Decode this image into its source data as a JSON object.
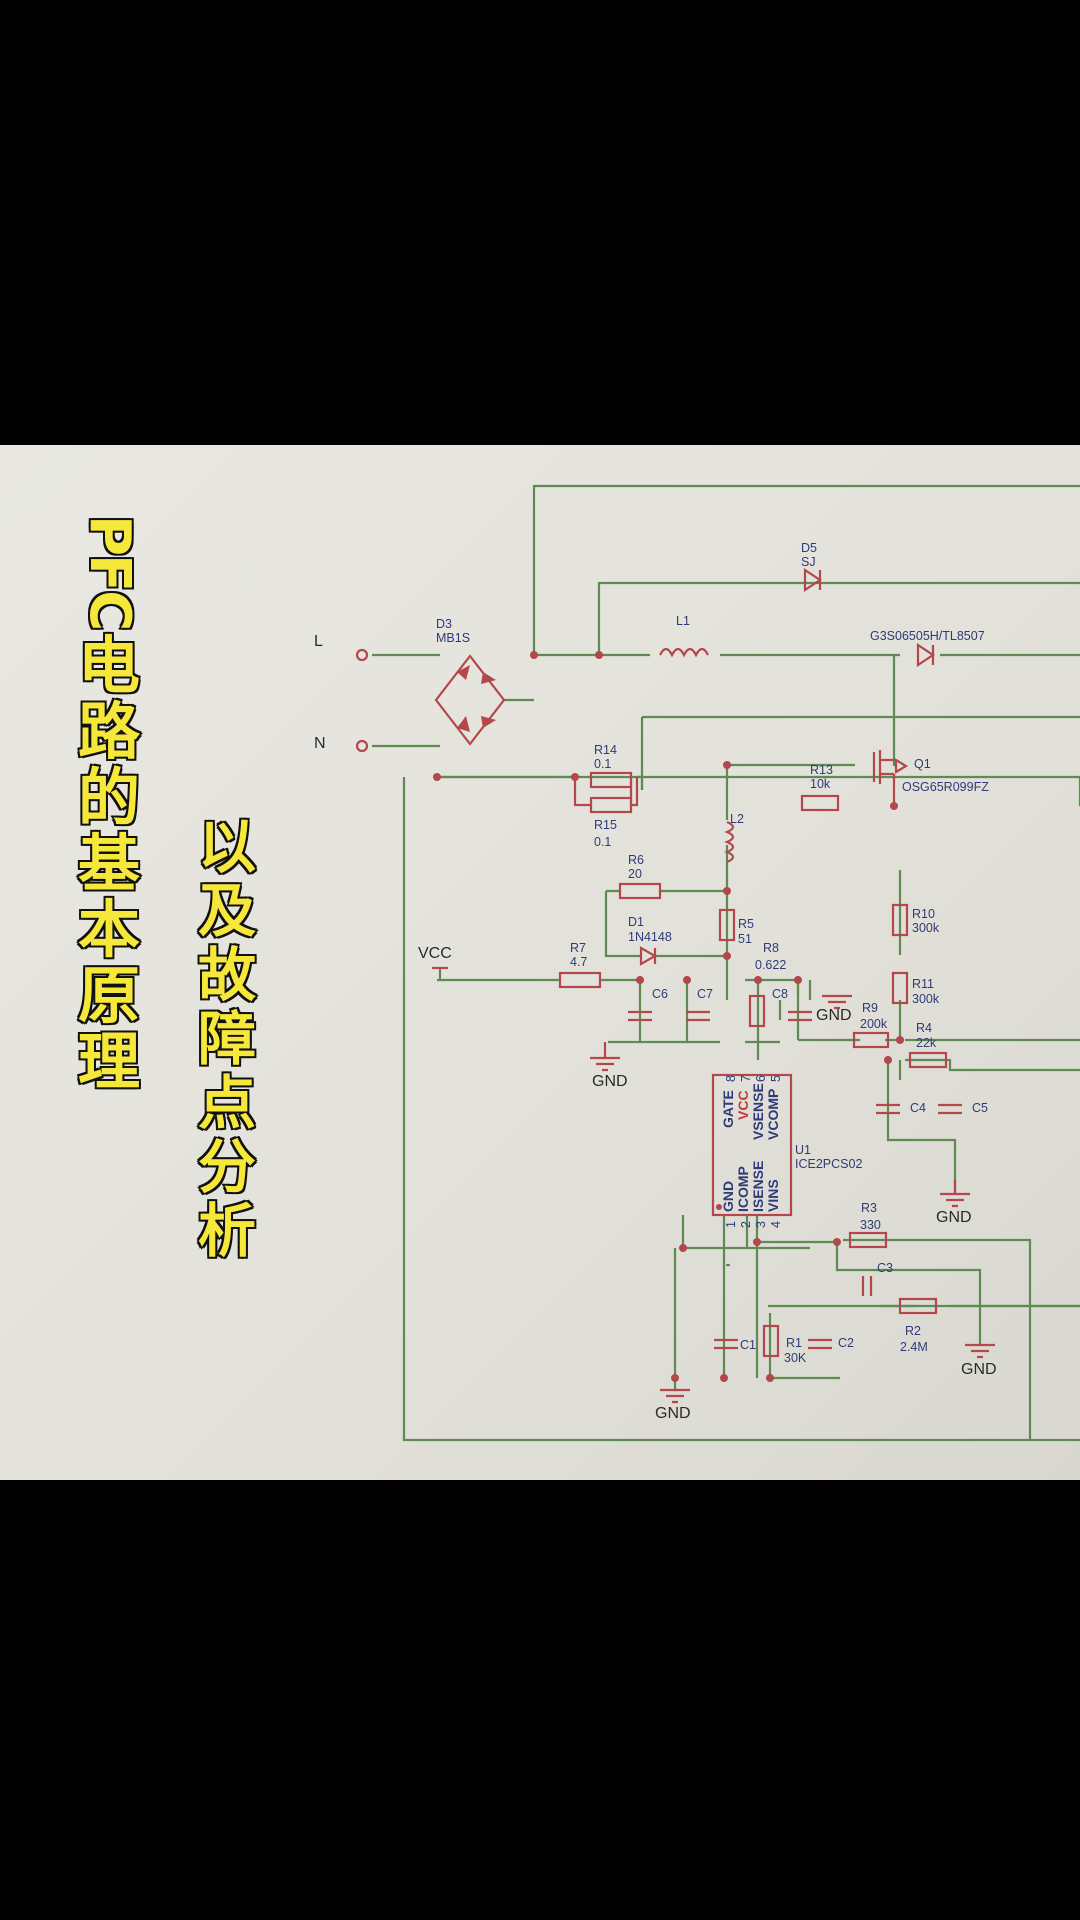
{
  "title": {
    "main_latin": "PFC",
    "main_han": [
      "电",
      "路",
      "的",
      "基",
      "本",
      "原",
      "理"
    ],
    "sub": [
      "以",
      "及",
      "故",
      "障",
      "点",
      "分",
      "析"
    ]
  },
  "schematic": {
    "terminals": {
      "L": "L",
      "N": "N",
      "VCC": "VCC"
    },
    "D3": {
      "ref": "D3",
      "value": "MB1S"
    },
    "D5": {
      "ref": "D5",
      "value": "SJ"
    },
    "L1": {
      "ref": "L1"
    },
    "D_out": {
      "value": "G3S06505H/TL8507"
    },
    "Q1": {
      "ref": "Q1",
      "value": "OSG65R099FZ"
    },
    "R14": {
      "ref": "R14",
      "value": "0.1"
    },
    "R15": {
      "ref": "R15",
      "value": "0.1"
    },
    "R13": {
      "ref": "R13",
      "value": "10k"
    },
    "L2": {
      "ref": "L2"
    },
    "R6": {
      "ref": "R6",
      "value": "20"
    },
    "D1": {
      "ref": "D1",
      "value": "1N4148"
    },
    "R5": {
      "ref": "R5",
      "value": "51"
    },
    "R7": {
      "ref": "R7",
      "value": "4.7"
    },
    "R8": {
      "ref": "R8",
      "value": "0.622"
    },
    "C6": {
      "ref": "C6"
    },
    "C7": {
      "ref": "C7"
    },
    "C8": {
      "ref": "C8"
    },
    "R9": {
      "ref": "R9",
      "value": "200k"
    },
    "R10": {
      "ref": "R10",
      "value": "300k"
    },
    "R11": {
      "ref": "R11",
      "value": "300k"
    },
    "R4": {
      "ref": "R4",
      "value": "22k"
    },
    "C4": {
      "ref": "C4"
    },
    "C5": {
      "ref": "C5"
    },
    "U1": {
      "ref": "U1",
      "value": "ICE2PCS02"
    },
    "pins_top": [
      "GATE",
      "VCC",
      "VSENSE",
      "VCOMP"
    ],
    "pin_nums_top": [
      "8",
      "7",
      "6",
      "5"
    ],
    "pins_bottom": [
      "GND",
      "ICOMP",
      "ISENSE",
      "VINS"
    ],
    "pin_nums_bottom": [
      "1",
      "2",
      "3",
      "4"
    ],
    "R3": {
      "ref": "R3",
      "value": "330"
    },
    "C3": {
      "ref": "C3"
    },
    "R2": {
      "ref": "R2",
      "value": "2.4M"
    },
    "R1": {
      "ref": "R1",
      "value": "30K"
    },
    "C1": {
      "ref": "C1"
    },
    "C2": {
      "ref": "C2"
    },
    "gnd": "GND"
  }
}
